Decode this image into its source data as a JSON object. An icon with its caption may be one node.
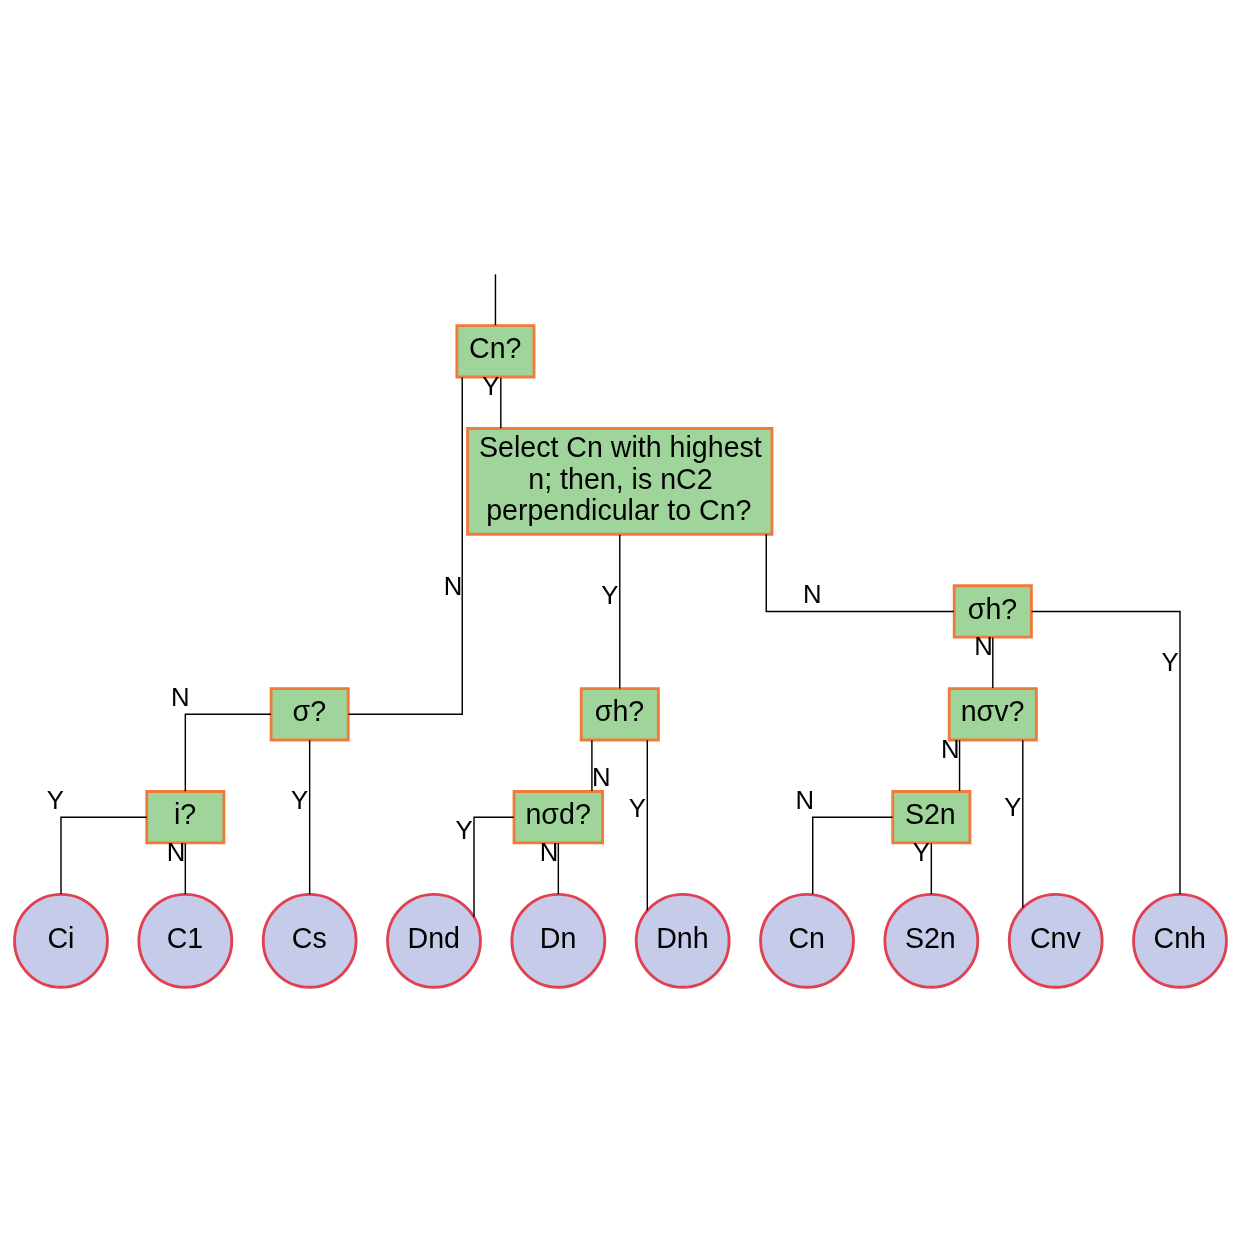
{
  "diagram": {
    "nodes": [
      {
        "text": [
          "Cn?"
        ]
      },
      {
        "text": [
          "σ?"
        ]
      },
      {
        "text": [
          "i?"
        ]
      },
      {
        "text": [
          "Select Cn with highest n; then, is nC2 perpendicular to Cn?"
        ]
      },
      {
        "text": [
          "σh?"
        ]
      },
      {
        "text": [
          "σh?"
        ]
      },
      {
        "text": [
          "nσd?"
        ]
      },
      {
        "text": [
          "nσv?"
        ]
      },
      {
        "text": [
          "S2n"
        ]
      },
      {
        "text": [
          "Dnh"
        ]
      },
      {
        "text": [
          "Dnd"
        ]
      },
      {
        "text": [
          "Dn"
        ]
      },
      {
        "text": [
          "Cn"
        ]
      },
      {
        "text": [
          "S2n"
        ]
      },
      {
        "text": [
          "Cnv"
        ]
      },
      {
        "text": [
          "Cnh"
        ]
      },
      {
        "text": [
          "Cs"
        ]
      },
      {
        "text": [
          "Ci"
        ]
      },
      {
        "text": [
          "C1"
        ]
      }
    ],
    "edges": [
      {
        "from": null,
        "to": 0,
        "arrow": "none"
      },
      {
        "from": 0,
        "to": 3,
        "arrow": "none",
        "label": "Y"
      },
      {
        "from": 0,
        "to": 1,
        "arrow": "none",
        "label": "N"
      },
      {
        "from": 1,
        "to": 16,
        "arrow": "none",
        "label": "Y"
      },
      {
        "from": 1,
        "to": 2,
        "arrow": "none",
        "label": "N"
      },
      {
        "from": 2,
        "to": 17,
        "arrow": "none",
        "label": "Y"
      },
      {
        "from": 2,
        "to": 18,
        "arrow": "none",
        "label": "N"
      },
      {
        "from": 3,
        "to": 4,
        "arrow": "none",
        "label": "Y"
      },
      {
        "from": 3,
        "to": 5,
        "arrow": "none",
        "label": "N"
      },
      {
        "from": 4,
        "to": 9,
        "arrow": "none",
        "label": "Y"
      },
      {
        "from": 4,
        "to": 6,
        "arrow": "none",
        "label": "N"
      },
      {
        "from": 6,
        "to": 10,
        "arrow": "none",
        "label": "Y"
      },
      {
        "from": 6,
        "to": 11,
        "arrow": "none",
        "label": "N"
      },
      {
        "from": 5,
        "to": 15,
        "arrow": "none",
        "label": "Y"
      },
      {
        "from": 5,
        "to": 7,
        "arrow": "none",
        "label": "N"
      },
      {
        "from": 7,
        "to": 14,
        "arrow": "none",
        "label": "Y"
      },
      {
        "from": 7,
        "to": 8,
        "arrow": "none",
        "label": "N"
      },
      {
        "from": 8,
        "to": 13,
        "arrow": "none",
        "label": "Y"
      },
      {
        "from": 8,
        "to": 12,
        "arrow": "none",
        "label": "N"
      }
    ]
  }
}
